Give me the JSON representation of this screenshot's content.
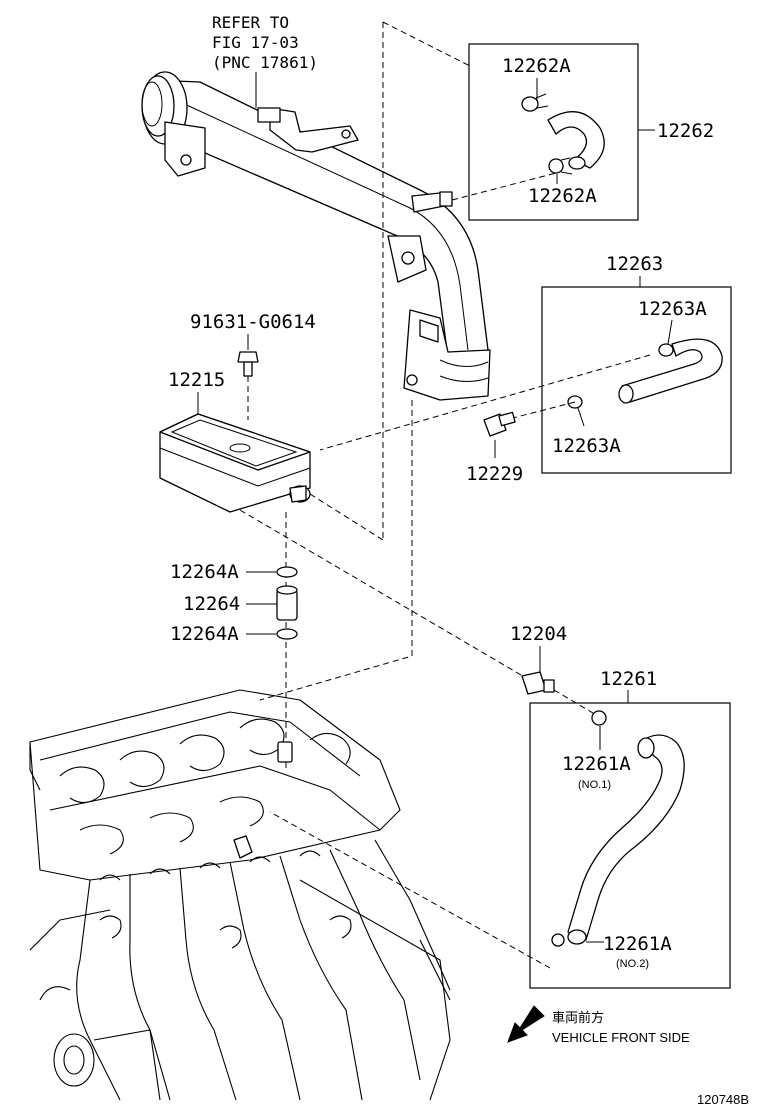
{
  "reference_note": [
    "REFER TO",
    "FIG 17-03",
    "(PNC 17861)"
  ],
  "parts": {
    "p12262": "12262",
    "p12262A_top": "12262A",
    "p12262A_bottom": "12262A",
    "p12263": "12263",
    "p12263A_top": "12263A",
    "p12263A_bottom": "12263A",
    "p91631": "91631-G0614",
    "p12215": "12215",
    "p12229": "12229",
    "p12264A_top": "12264A",
    "p12264": "12264",
    "p12264A_bottom": "12264A",
    "p12204": "12204",
    "p12261": "12261",
    "p12261A_no1": "12261A",
    "p12261A_no1_sub": "(NO.1)",
    "p12261A_no2": "12261A",
    "p12261A_no2_sub": "(NO.2)"
  },
  "direction": {
    "japanese": "車両前方",
    "english": "VEHICLE FRONT SIDE",
    "icon": "arrow-down-left-icon"
  },
  "drawing_code": "120748B"
}
